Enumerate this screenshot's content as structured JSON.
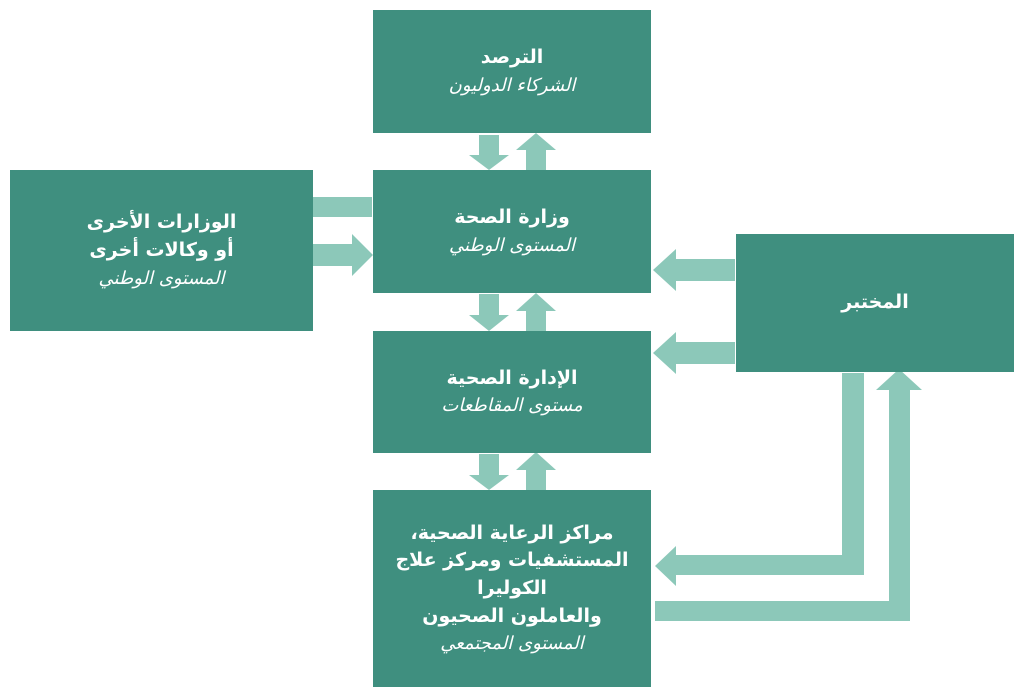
{
  "diagram": {
    "colors": {
      "box_fill": "#3f8f7f",
      "arrow_fill": "#8cc8b9",
      "text": "#ffffff",
      "background": "#ffffff"
    },
    "nodes": {
      "surveillance": {
        "title": "الترصد",
        "level": "الشركاء الدوليون"
      },
      "ministry_of_health": {
        "title": "وزارة الصحة",
        "level": "المستوى الوطني"
      },
      "other_ministries": {
        "title_line1": "الوزارات الأخرى",
        "title_line2": "أو وكالات أخرى",
        "level": "المستوى الوطني"
      },
      "health_administration": {
        "title": "الإدارة الصحية",
        "level": "مستوى المقاطعات"
      },
      "health_centers": {
        "title_line1": "مراكز الرعاية الصحية،",
        "title_line2": "المستشفيات ومركز علاج",
        "title_line3": "الكوليرا",
        "title_line4": "والعاملون الصحيون",
        "level": "المستوى المجتمعي"
      },
      "laboratory": {
        "title": "المختبر"
      }
    },
    "connections": [
      {
        "from": "ministry_of_health",
        "to": "surveillance"
      },
      {
        "from": "surveillance",
        "to": "ministry_of_health"
      },
      {
        "from": "ministry_of_health",
        "to": "other_ministries"
      },
      {
        "from": "other_ministries",
        "to": "ministry_of_health"
      },
      {
        "from": "ministry_of_health",
        "to": "health_administration"
      },
      {
        "from": "health_administration",
        "to": "ministry_of_health"
      },
      {
        "from": "health_administration",
        "to": "health_centers"
      },
      {
        "from": "health_centers",
        "to": "health_administration"
      },
      {
        "from": "laboratory",
        "to": "ministry_of_health"
      },
      {
        "from": "laboratory",
        "to": "health_administration"
      },
      {
        "from": "laboratory",
        "to": "health_centers"
      },
      {
        "from": "health_centers",
        "to": "laboratory"
      }
    ]
  }
}
